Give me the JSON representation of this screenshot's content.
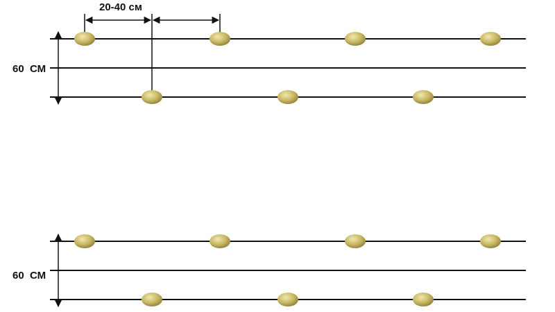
{
  "colors": {
    "line": "#111111",
    "tuber": "#c9b865",
    "tuber_shadow": "#8f7f38",
    "tuber_highlight": "#ece3a8",
    "background": "#ffffff"
  },
  "top_scheme": {
    "spacing_label": "20-40 см",
    "row_gap_label": "60  СМ"
  },
  "bottom_scheme": {
    "row_gap_label": "60  СМ"
  }
}
